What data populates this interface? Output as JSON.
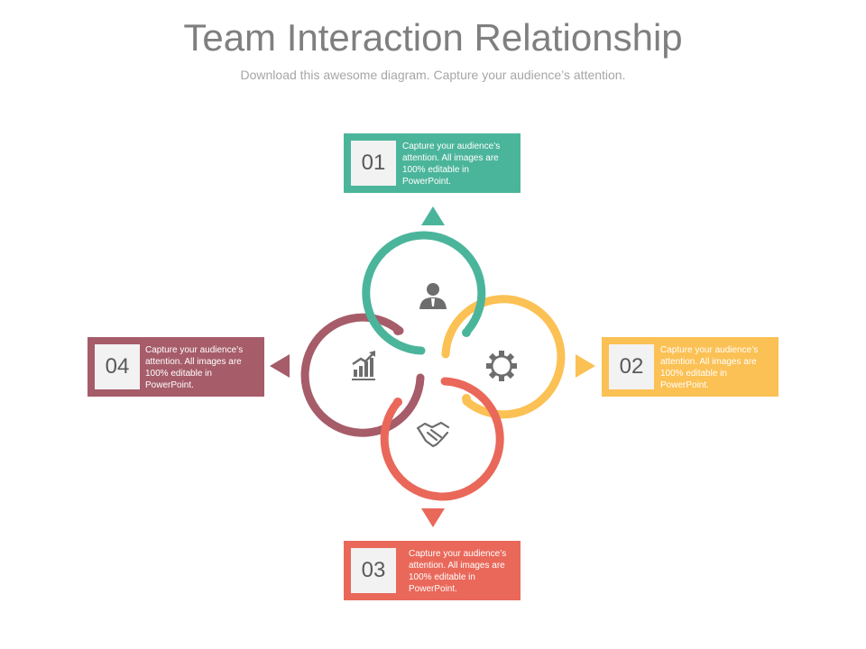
{
  "header": {
    "title": "Team Interaction Relationship",
    "subtitle": "Download this awesome diagram. Capture your audience’s attention."
  },
  "colors": {
    "teal": "#4bb59b",
    "yellow": "#fbc154",
    "coral": "#e9685a",
    "maroon": "#a65c69",
    "icon_gray": "#6d6d6d"
  },
  "steps": [
    {
      "number": "01",
      "text": "Capture your audience’s attention. All images are 100% editable in PowerPoint.",
      "color": "teal",
      "icon": "person-icon"
    },
    {
      "number": "02",
      "text": "Capture your audience’s attention. All images are 100% editable in PowerPoint.",
      "color": "yellow",
      "icon": "gear-icon"
    },
    {
      "number": "03",
      "text": "Capture your audience’s attention. All images are 100% editable in PowerPoint.",
      "color": "coral",
      "icon": "handshake-icon"
    },
    {
      "number": "04",
      "text": "Capture your audience’s attention. All images are 100% editable in PowerPoint.",
      "color": "maroon",
      "icon": "growth-chart-icon"
    }
  ]
}
